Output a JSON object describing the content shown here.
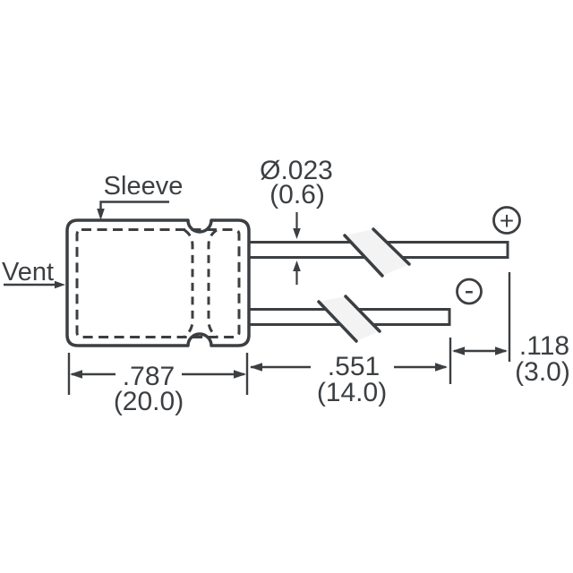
{
  "drawing": {
    "title": "Radial electrolytic capacitor dimension drawing",
    "labels": {
      "sleeve": "Sleeve",
      "vent": "Vent"
    },
    "dimensions": {
      "lead_diameter": {
        "inches": "Ø.023",
        "mm": "(0.6)"
      },
      "body_length": {
        "inches": ".787",
        "mm": "(20.0)"
      },
      "lead_length": {
        "inches": ".551",
        "mm": "(14.0)"
      },
      "lead_tip_offset": {
        "inches": ".118",
        "mm": "(3.0)"
      }
    },
    "polarity": {
      "positive": "+",
      "negative": "-"
    },
    "colors": {
      "line": "#3c3f42",
      "background": "#ffffff",
      "break_band": "#f3f3f4"
    }
  }
}
